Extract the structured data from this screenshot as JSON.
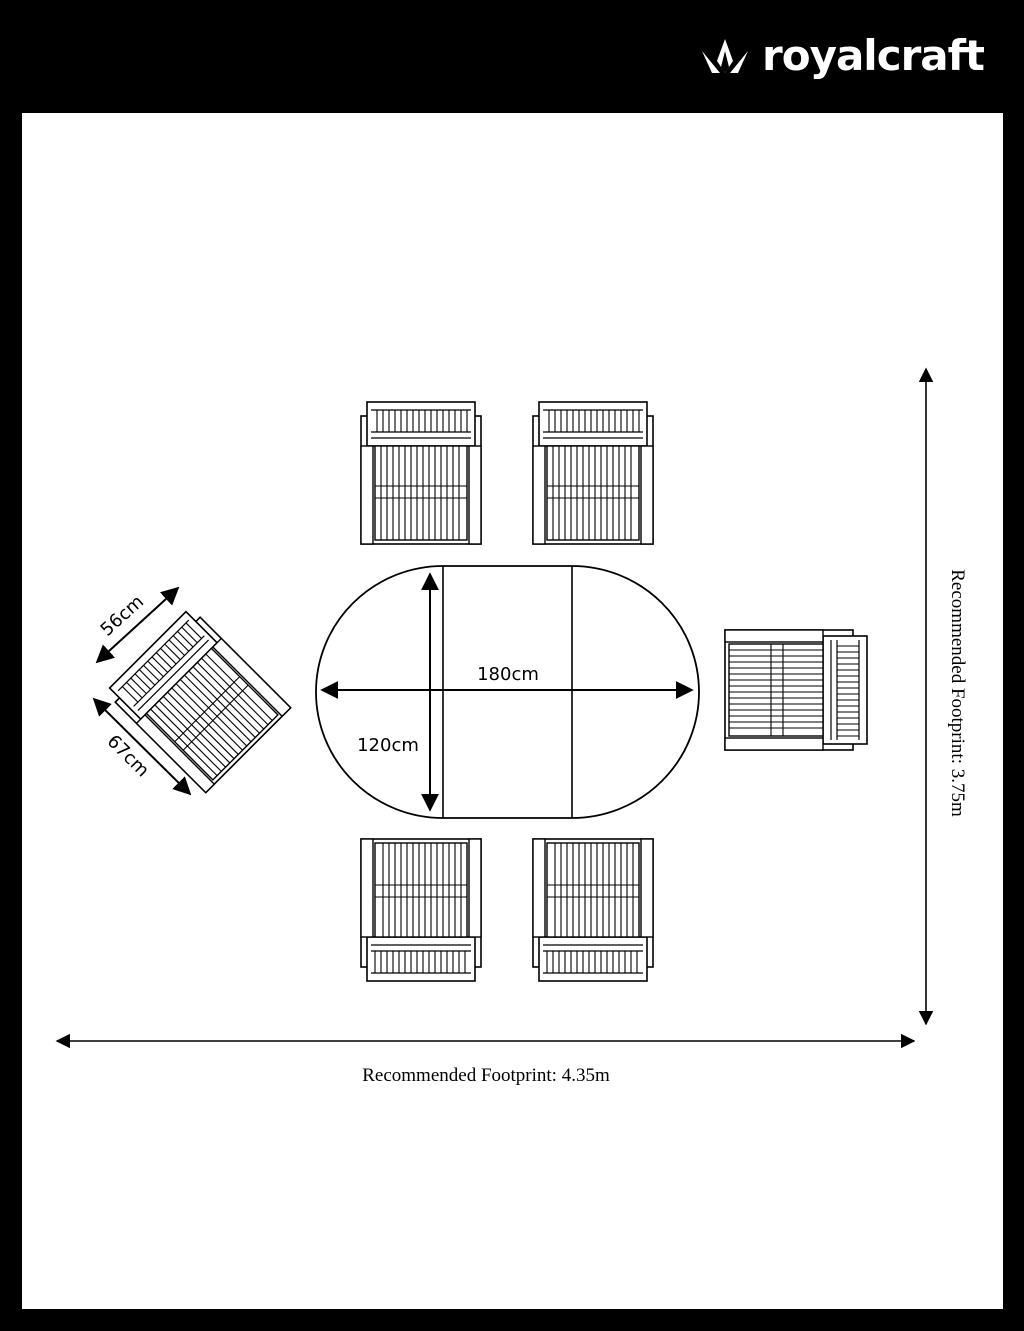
{
  "brand": {
    "name": "royalcraft",
    "logo_icon": "crown-leaf-icon"
  },
  "colors": {
    "background": "#000000",
    "sheet": "#ffffff",
    "line": "#000000",
    "brand_text": "#ffffff"
  },
  "dimensions": {
    "table_length": "180cm",
    "table_width": "120cm",
    "chair_width": "56cm",
    "chair_depth": "67cm"
  },
  "footprint": {
    "horizontal": "Recommended Footprint: 4.35m",
    "vertical": "Recommended Footprint: 3.75m"
  },
  "layout": {
    "chairs_count": 6,
    "table_shape": "oval, extendable (3 sections)"
  }
}
